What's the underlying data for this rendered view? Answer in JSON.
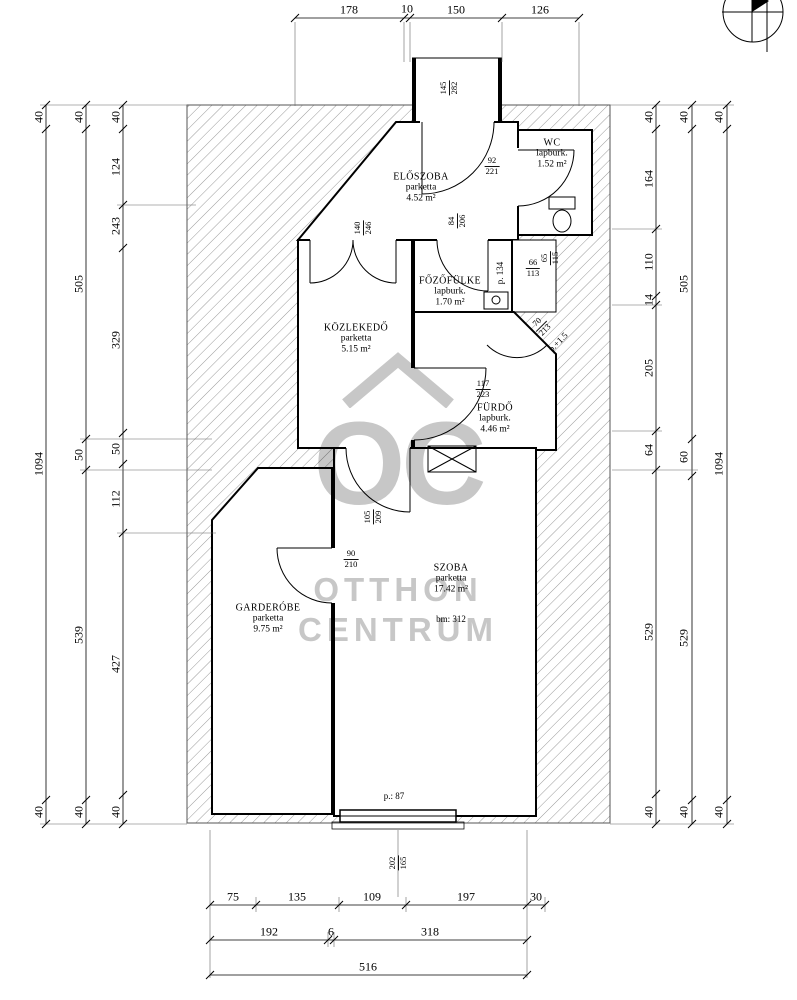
{
  "watermark": {
    "logo": "OC",
    "line1": "OTTHON",
    "line2": "CENTRUM"
  },
  "rooms": {
    "eloszoba": {
      "name": "ELŐSZOBA",
      "floor": "parketta",
      "area": "4.52 m²"
    },
    "wc": {
      "name": "WC",
      "floor": "lapburk.",
      "area": "1.52 m²"
    },
    "fozofulke": {
      "name": "FŐZŐFÜLKE",
      "floor": "lapburk.",
      "area": "1.70 m²"
    },
    "kozlekedo": {
      "name": "KÖZLEKEDŐ",
      "floor": "parketta",
      "area": "5.15 m²"
    },
    "furdo": {
      "name": "FÜRDŐ",
      "floor": "lapburk.",
      "area": "4.46 m²"
    },
    "szoba": {
      "name": "SZOBA",
      "floor": "parketta",
      "area": "17.42 m²",
      "height": "bm: 312"
    },
    "garderobe": {
      "name": "GARDERÓBE",
      "floor": "parketta",
      "area": "9.75 m²"
    }
  },
  "dims": {
    "top": [
      "178",
      "10",
      "150",
      "126"
    ],
    "left_outer": [
      "40",
      "1094",
      "40"
    ],
    "left_mid": [
      "40",
      "505",
      "50",
      "539",
      "40"
    ],
    "left_inner": [
      "40",
      "124",
      "243",
      "329",
      "50",
      "112",
      "427",
      "40"
    ],
    "right_outer": [
      "40",
      "1094",
      "40"
    ],
    "right_mid": [
      "40",
      "505",
      "60",
      "529",
      "40"
    ],
    "right_inner": [
      "40",
      "164",
      "110",
      "14",
      "205",
      "64",
      "529",
      "40"
    ],
    "bottom_row1": [
      "75",
      "135",
      "109",
      "197",
      "30"
    ],
    "bottom_row2": [
      "192",
      "6",
      "318"
    ],
    "bottom_row3": [
      "516"
    ],
    "openings": {
      "entrance": {
        "w": "145",
        "h": "282"
      },
      "wc_door": {
        "w": "92",
        "h": "221"
      },
      "hall_door": {
        "w": "140",
        "h": "246"
      },
      "kitchen_door": {
        "w": "84",
        "h": "206"
      },
      "shaft_a": {
        "w": "66",
        "h": "113"
      },
      "shaft_b": {
        "w": "65",
        "h": "115"
      },
      "p134": "p. 134",
      "bath_diag_door": {
        "w": "70",
        "h": "213"
      },
      "p15": "p.+1.5",
      "bath_door": {
        "w": "117",
        "h": "223"
      },
      "room_door": {
        "w": "105",
        "h": "209"
      },
      "wardrobe_door": {
        "w": "90",
        "h": "210"
      },
      "window_p": "p.: 87",
      "window": {
        "w": "202",
        "h": "165"
      }
    }
  }
}
